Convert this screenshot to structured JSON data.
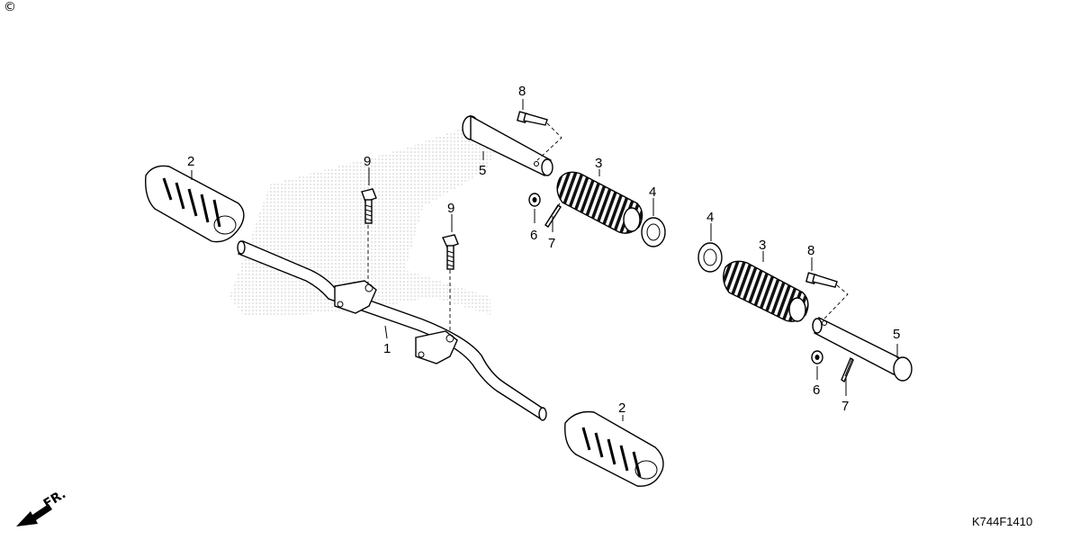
{
  "copyright_symbol": "©",
  "diagram_code": "K744F1410",
  "front_arrow_label": "FR.",
  "callouts": {
    "c1": "1",
    "c2a": "2",
    "c2b": "2",
    "c3a": "3",
    "c3b": "3",
    "c4a": "4",
    "c4b": "4",
    "c5a": "5",
    "c5b": "5",
    "c6a": "6",
    "c6b": "6",
    "c7a": "7",
    "c7b": "7",
    "c8a": "8",
    "c8b": "8",
    "c9a": "9",
    "c9b": "9"
  },
  "icons": {
    "front_arrow": "arrow-down-left-icon"
  }
}
